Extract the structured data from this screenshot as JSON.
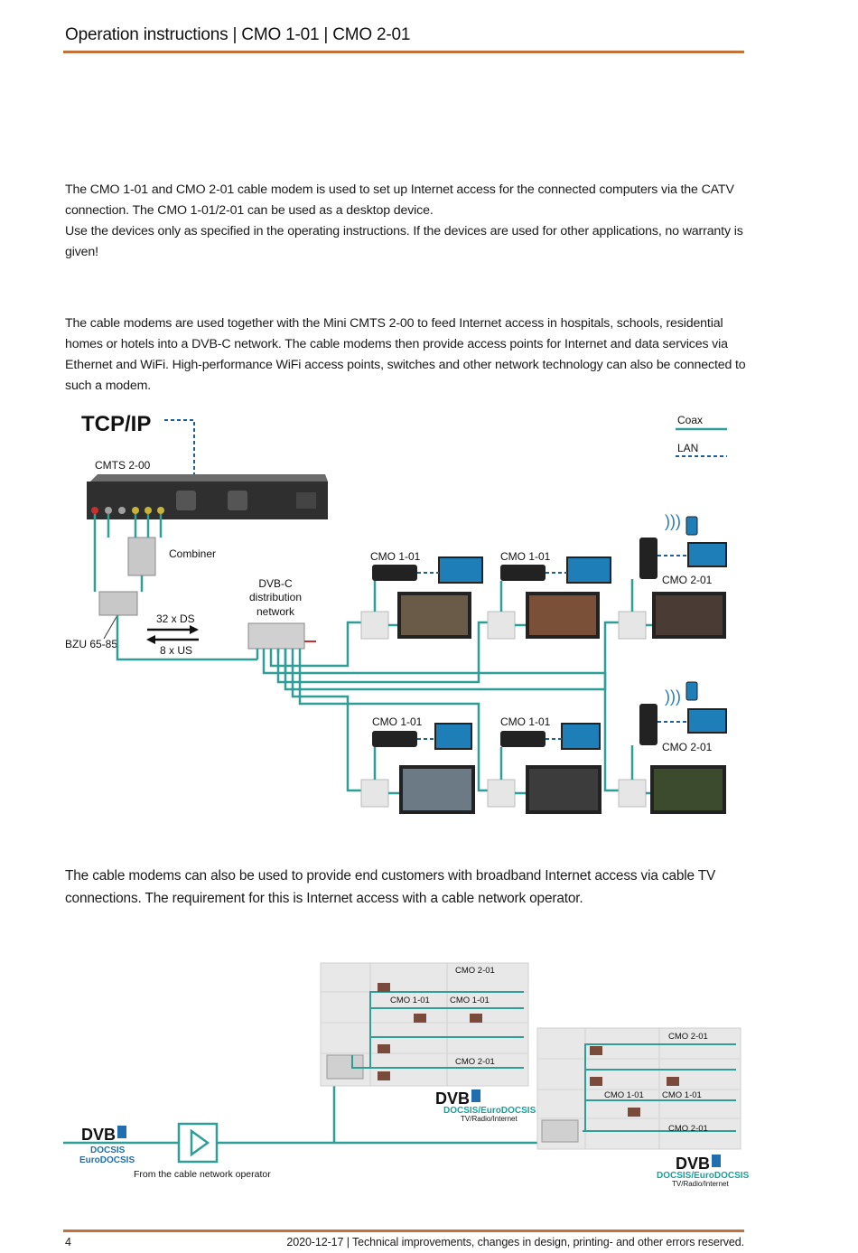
{
  "header": {
    "title": "Operation instructions | CMO 1-01 | CMO 2-01"
  },
  "intro": {
    "line1": "The CMO 1-01 and CMO 2-01 cable modem is used to set up Internet access for the connected computers via the CATV connection. The CMO 1-01/2-01 can be used as a desktop device.",
    "line2": "Use the devices only as specified in the operating instructions. If the devices are used for other applications, no warranty is given!"
  },
  "usage": {
    "text": "The cable modems are used together with the Mini CMTS 2-00 to feed Internet access in hospitals, schools, residential homes or hotels into a DVB-C network. The cable modems then provide access points for Internet and data services via Ethernet and WiFi. High-performance WiFi access points, switches and other network technology can also be connected to such a modem."
  },
  "diagram1": {
    "tcpip": "TCP/IP",
    "legend_coax": "Coax",
    "legend_lan": "LAN",
    "cmts": "CMTS 2-00",
    "combiner": "Combiner",
    "bzu": "BZU 65-85",
    "ds": "32 x DS",
    "us": "8 x US",
    "dist_line1": "DVB-C",
    "dist_line2": "distribution",
    "dist_line3": "network",
    "cmo101": "CMO 1-01",
    "cmo201": "CMO 2-01"
  },
  "broadband": {
    "text": "The cable modems can also be used to provide end customers with broadband Internet access via cable TV connections. The requirement for this is Internet access with a cable network operator."
  },
  "diagram2": {
    "dvb_logo": "DVB",
    "docsis": "DOCSIS",
    "eurodocsis": "EuroDOCSIS",
    "docsis_euro": "DOCSIS/EuroDOCSIS",
    "tv_radio": "TV/Radio/Internet",
    "operator": "From the cable network operator",
    "cmo101": "CMO 1-01",
    "cmo201": "CMO 2-01"
  },
  "footer": {
    "page": "4",
    "note": "2020-12-17 | Technical improvements, changes in design, printing- and other errors reserved."
  },
  "colors": {
    "accent_rule": "#c0723a",
    "coax": "#2f9e96",
    "lan": "#1f5f94",
    "dvb_blue": "#1f6fb0"
  }
}
